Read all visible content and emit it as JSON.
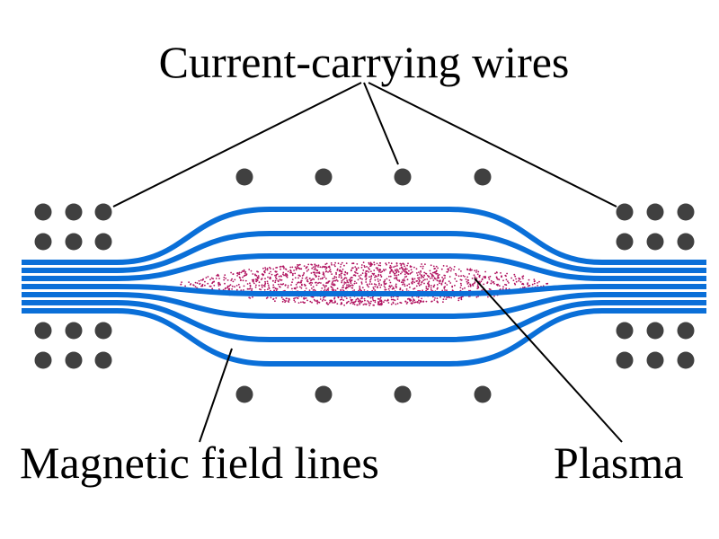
{
  "labels": {
    "wires": "Current-carrying wires",
    "field_lines": "Magnetic field lines",
    "plasma": "Plasma"
  },
  "colors": {
    "wire": "#404040",
    "field_line": "#0a6fd8",
    "plasma": "#b0125f",
    "leader": "#000000",
    "background": "#ffffff"
  }
}
